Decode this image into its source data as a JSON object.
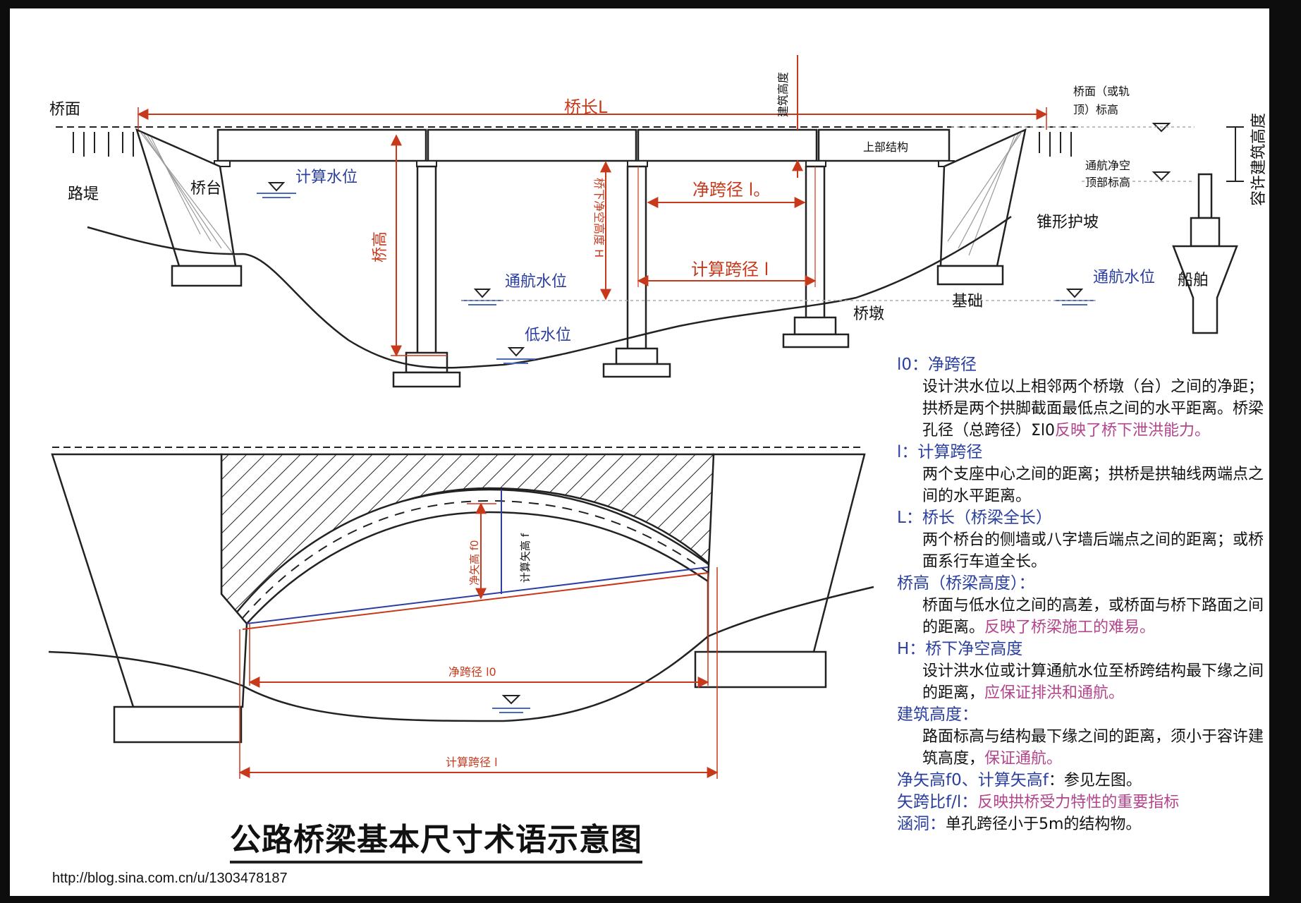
{
  "top_view": {
    "bridge_deck": "桥面",
    "bridge_length": "桥长L",
    "building_height": "建筑高度",
    "deck_elevation": "桥面（或轨顶）标高",
    "allowable_building_height": "容许建筑高度",
    "navigation_clearance_top": "通航净空顶部标高",
    "superstructure": "上部结构",
    "embankment": "路堤",
    "abutment": "桥台",
    "design_water_level": "计算水位",
    "clear_span": "净跨径 l。",
    "clearance_height": "桥下净空高度 H",
    "bridge_height": "桥高",
    "calc_span": "计算跨径 l",
    "navigable_water_level": "通航水位",
    "low_water_level": "低水位",
    "cone_slope": "锥形护坡",
    "navigable_water_level_right": "通航水位",
    "ship": "船舶",
    "pier": "桥墩",
    "foundation": "基础"
  },
  "bottom_view": {
    "clear_rise": "净矢高 f0",
    "calc_rise": "计算矢高 f",
    "clear_span": "净跨径 l0",
    "calc_span": "计算跨径 l"
  },
  "legend": [
    {
      "term": "l0：净跨径",
      "desc": "设计洪水位以上相邻两个桥墩（台）之间的净距；拱桥是两个拱脚截面最低点之间的水平距离。桥梁孔径（总跨径）Σl0",
      "note": "反映了桥下泄洪能力。"
    },
    {
      "term": "l：计算跨径",
      "desc": "两个支座中心之间的距离；拱桥是拱轴线两端点之间的水平距离。",
      "note": ""
    },
    {
      "term": "L：桥长（桥梁全长）",
      "desc": "两个桥台的侧墙或八字墙后端点之间的距离；或桥面系行车道全长。",
      "note": ""
    },
    {
      "term": "桥高（桥梁高度）：",
      "desc": "桥面与低水位之间的高差，或桥面与桥下路面之间的距离。",
      "note": "反映了桥梁施工的难易。"
    },
    {
      "term": "H：桥下净空高度",
      "desc": "设计洪水位或计算通航水位至桥跨结构最下缘之间的距离，",
      "note": "应保证排洪和通航。"
    },
    {
      "term": "建筑高度：",
      "desc": "路面标高与结构最下缘之间的距离，须小于容许建筑高度，",
      "note": "保证通航。"
    },
    {
      "term": "净矢高f0、计算矢高f",
      "desc": "：参见左图。",
      "note": "",
      "inline": true
    },
    {
      "term": "矢跨比f/l：",
      "desc": "",
      "note": "反映拱桥受力特性的重要指标",
      "inline": true
    },
    {
      "term": "涵洞：",
      "desc": "单孔跨径小于5m的结构物。",
      "note": "",
      "inline": true
    }
  ],
  "title": "公路桥梁基本尺寸术语示意图",
  "url": "http://blog.sina.com.cn/u/1303478187"
}
